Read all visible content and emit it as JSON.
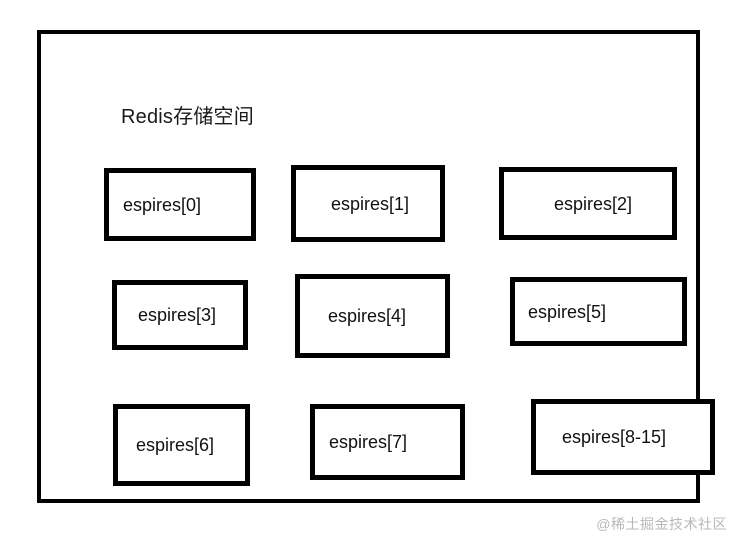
{
  "diagram": {
    "title": "Redis存储空间",
    "container_label": "Redis存储空间",
    "border_color": "#000000",
    "background_color": "#ffffff",
    "text_color": "#111111",
    "slots": [
      {
        "label": "espires[0]"
      },
      {
        "label": "espires[1]"
      },
      {
        "label": "espires[2]"
      },
      {
        "label": "espires[3]"
      },
      {
        "label": "espires[4]"
      },
      {
        "label": "espires[5]"
      },
      {
        "label": "espires[6]"
      },
      {
        "label": "espires[7]"
      },
      {
        "label": "espires[8-15]"
      }
    ]
  },
  "watermark": {
    "text": "@稀土掘金技术社区",
    "color": "#b8b8b8"
  }
}
